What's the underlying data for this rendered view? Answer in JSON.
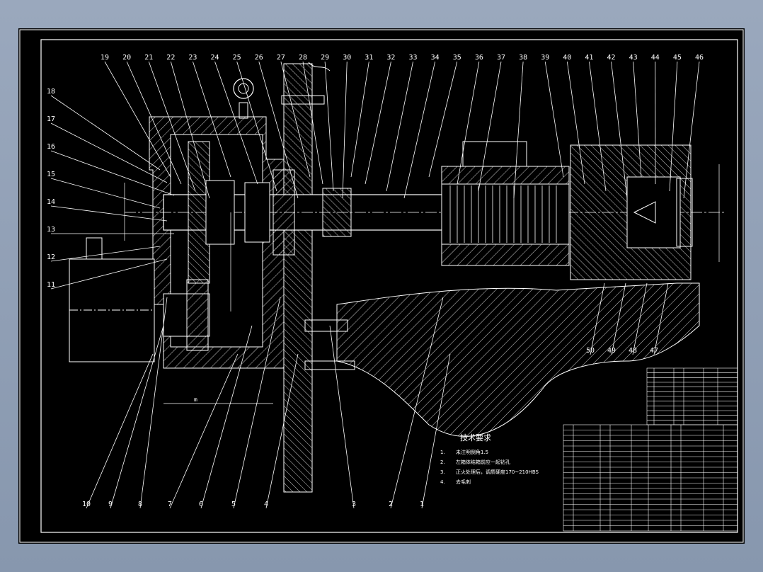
{
  "colors": {
    "background_outer": "#8f9db2",
    "paper": "#000000",
    "line": "#ffffff",
    "label": "#ffffff"
  },
  "balloons": {
    "top": [
      "19",
      "20",
      "21",
      "22",
      "23",
      "24",
      "25",
      "26",
      "27",
      "28",
      "29",
      "30",
      "31",
      "32",
      "33",
      "34",
      "35",
      "36",
      "37",
      "38",
      "39",
      "40",
      "41",
      "42",
      "43",
      "44",
      "45",
      "46"
    ],
    "left": [
      "18",
      "17",
      "16",
      "15",
      "14",
      "13",
      "12",
      "11"
    ],
    "bottom": [
      "10",
      "9",
      "8",
      "7",
      "6",
      "5",
      "4",
      "3",
      "2",
      "1"
    ],
    "right_lower": [
      "50",
      "49",
      "48",
      "47"
    ]
  },
  "technical_requirements": {
    "title": "技术要求",
    "items": [
      {
        "num": "1.",
        "text": "未注明倒角1.5"
      },
      {
        "num": "2.",
        "text": "左箱体结箱前应一起钻孔"
      },
      {
        "num": "3.",
        "text": "正火处理后，调质硬度170~210HBS"
      },
      {
        "num": "4.",
        "text": "去毛刺"
      }
    ]
  },
  "dimension_label": "m"
}
